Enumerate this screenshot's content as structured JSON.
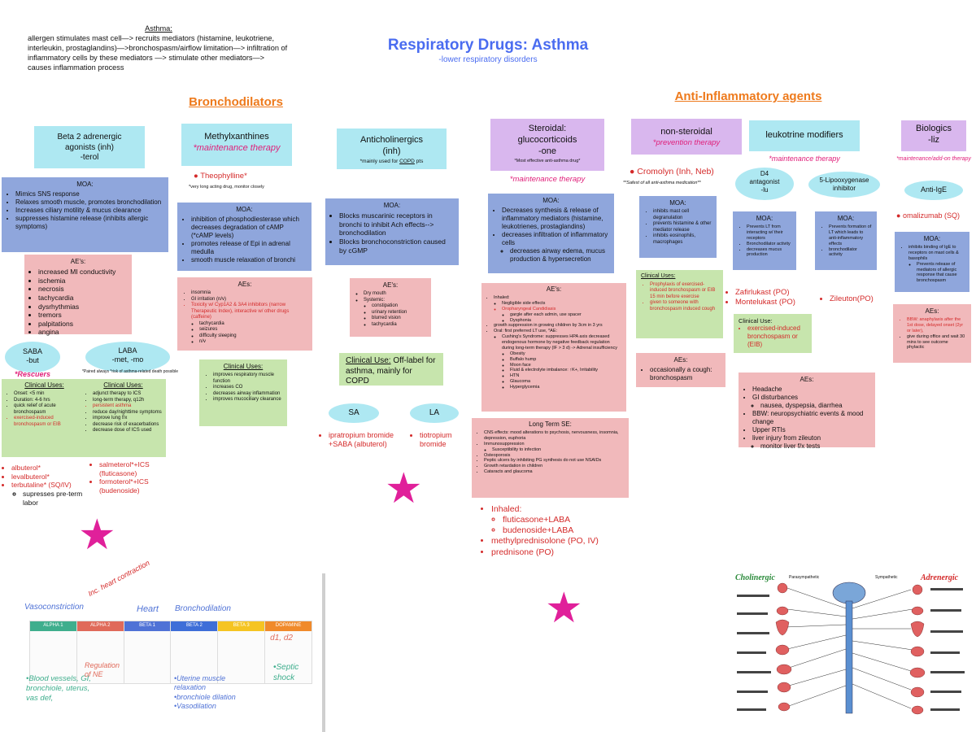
{
  "intro": {
    "heading": "Asthma:",
    "text": "allergen stimulates mast cell—> recruits mediators (histamine, leukotriene, interleukin, prostaglandins)—>bronchospasm/airflow limitation—> infiltration of inflammatory cells by these mediators —> stimulate other mediators—> causes inflammation process"
  },
  "header": {
    "title": "Respiratory Drugs: Asthma",
    "subtitle": "-lower respiratory disorders"
  },
  "sections": {
    "bronchodilators": "Bronchodilators",
    "anti_inflammatory": "Anti-Inflammatory agents"
  },
  "beta2": {
    "header": [
      "Beta 2 adrenergic",
      "agonists (inh)",
      "-terol"
    ],
    "moa_title": "MOA:",
    "moa": [
      "Mimics SNS response",
      "Relaxes smooth muscle, promotes bronchodilation",
      "Increases ciliary motility & mucus clearance",
      "suppresses histamine release (inhibits allergic symptoms)"
    ],
    "ae_title": "AE's:",
    "ae": [
      "increased MI conductivity",
      "ischemia",
      "necrosis",
      "tachycardia",
      "dysrhythmias",
      "tremors",
      "palpitations",
      "angina"
    ],
    "saba": [
      "SABA",
      "-but"
    ],
    "laba": [
      "LABA",
      "-met, -mo"
    ],
    "rescuers": "*Rescuers",
    "laba_note": "*Paired always *risk of asthma-related death possible",
    "saba_cu_title": "Clinical Uses:",
    "saba_cu": [
      "Onset: <5 min",
      "Duration: 4-6 hrs",
      "quick relief of acute bronchospasm",
      "exercised-induced bronchospasm or EIB"
    ],
    "laba_cu_title": "Clinical Uses:",
    "laba_cu": [
      "adjunct therapy to ICS",
      "long-term therapy, q12h",
      "persistent asthma",
      "reduce day/nighttime symptoms",
      "improve lung f/x",
      "decrease risk of exacerbations",
      "decrease dose of ICS used"
    ],
    "saba_drugs": [
      "albuterol*",
      "levalbuterol*",
      "terbutaline* (SQ/IV)"
    ],
    "saba_sub": "supresses pre-term labor",
    "laba_drugs": [
      "salmeterol*+ICS (fluticasone)",
      "formoterol*+ICS (budenoside)"
    ]
  },
  "methyl": {
    "header": "Methylxanthines",
    "therapy": "*maintenance therapy",
    "drug": "Theophylline*",
    "drug_note": "*very long acting drug, monitor closely",
    "moa_title": "MOA:",
    "moa": [
      "inhibition of phosphodiesterase which decreases degradation of cAMP (*cAMP levels)",
      "promotes release of Epi in adrenal medulla",
      "smooth muscle relaxation of bronchi"
    ],
    "ae_title": "AEs:",
    "ae": [
      "insomnia",
      "GI irritation (n/v)",
      "Toxicity w/ Cyp1A2 & 3A4 inhibitors (narrow Therapeutic Index), interactive w/ other drugs (caffeine)"
    ],
    "ae_sub": [
      "tachycardia",
      "seizures",
      "difficulty sleeping",
      "n/v"
    ],
    "cu_title": "Clinical Uses:",
    "cu": [
      "improves respiratory muscle function",
      "increases CO",
      "decreases airway inflammation",
      "improves mucociliary clearance"
    ]
  },
  "anticho": {
    "header": [
      "Anticholinergics",
      "(inh)"
    ],
    "note_pre": "*mainly used for ",
    "note_copd": "COPD",
    "note_post": " pts",
    "moa_title": "MOA:",
    "moa": [
      "Blocks muscarinic receptors in bronchi to inhibit Ach effects--> bronchodilation",
      "Blocks bronchoconstriction caused by cGMP"
    ],
    "ae_title": "AE's:",
    "ae": [
      "Dry mouth"
    ],
    "ae_sys": "Systemic:",
    "ae_sub": [
      "constipation",
      "urinary retention",
      "blurred vision",
      "tachycardia"
    ],
    "cu_label": "Clinical Use:",
    "cu_text": "Off-label for asthma, mainly for COPD",
    "sa": "SA",
    "la": "LA",
    "sa_drug": "ipratropium bromide +SABA (albuterol)",
    "la_drug": "tiotropium bromide"
  },
  "steroid": {
    "header": [
      "Steroidal:",
      "glucocorticoids",
      "-one"
    ],
    "note": "*Most effective anti-asthma drug*",
    "therapy": "*maintenance therapy",
    "moa_title": "MOA:",
    "moa": [
      "Decreases synthesis & release of inflammatory mediators (histamine, leukotrienes, prostaglandins)",
      "decreases infiltration of inflammatory cells"
    ],
    "moa_sub": "decreases airway edema, mucus production & hypersecretion",
    "ae_title": "AE's:",
    "ae_inhaled": "Inhaled:",
    "ae_inhaled_sub": [
      "Negligible side effects",
      "Oropharyngeal Candidiasis",
      "gargle after each admin, use spacer",
      "Dysphonia"
    ],
    "ae_growth": "growth suppression in growing children by 3cm in 3 yrs",
    "ae_oral": "Oral: first preferred LT use, *AE:",
    "ae_oral_sub": [
      "Cushing's Syndrome: suppresses HPA axis decreased endogenous hormone by negative feedback regulation during long-term therapy (IF > 3 d) -> Adrenal insufficiency",
      "Obesity",
      "Buffalo hump",
      "Moon face",
      "Fluid & electrolyte imbalance: ↑K+, Irritability",
      "HTN",
      "Glaucoma",
      "Hyperglycemia"
    ],
    "lt_title": "Long Term SE:",
    "lt": [
      "CNS effects: mood alterations to psychosis, nervousness, insomnia, depression, euphoria",
      "Immunosuppression",
      "Osteoporosis",
      "Peptic ulcers by inhibiting PG synthesis do not use NSAIDs",
      "Growth retardation in children",
      "Cataracts and glaucoma"
    ],
    "lt_sub": "Susceptibility to infection",
    "inhaled": "Inhaled:",
    "inhaled_sub": [
      "fluticasone+LABA",
      "budenoside+LABA"
    ],
    "oral": [
      "methylprednisolone (PO, IV)",
      "prednisone (PO)"
    ]
  },
  "nonster": {
    "header": [
      "non-steroidal"
    ],
    "therapy": "*prevention therapy",
    "drug": "Cromolyn (Inh, Neb)",
    "note": "**Safest of all anti-asthma medication**",
    "moa_title": "MOA:",
    "moa": [
      "inhibits mast cell degranulation",
      "prevents histamine & other mediator release",
      "inhibits eosinophils, macrophages"
    ],
    "cu_title": "Clinical Uses:",
    "cu": [
      "Prophylaxis of exercised-induced bronchospasm or EIB 15 min before exercise",
      "given to someone with bronchospasm induced cough"
    ],
    "ae_title": "AEs:",
    "ae": [
      "occasionally a cough: bronchospasm"
    ]
  },
  "leuko": {
    "header": "leukotrine modifiers",
    "therapy": "*maintenance therapy",
    "d4": [
      "D4",
      "antagonist",
      "-lu"
    ],
    "lipox": [
      "5-Lipooxygenase",
      "inhibitor"
    ],
    "moa_title": "MOA:",
    "moa_d4": [
      "Prevents LT from interacting w/ their receptors",
      "Bronchodilator activity",
      "decreases mucus production"
    ],
    "moa_lip": [
      "Prevents formation of LT which leads to anti-inflammatory effects",
      "bronchodilator activity"
    ],
    "drugs_d4": [
      "Zafirlukast (PO)",
      "Montelukast (PO)"
    ],
    "drug_lip": "Zileuton(PO)",
    "cu_title": "Clinical Use:",
    "cu": [
      "exercised-induced bronchospasm or (EIB)"
    ],
    "ae_title": "AEs:",
    "ae": [
      "Headache",
      "GI disturbances",
      "BBW: neuropsychiatric events & mood change",
      "Upper RTIs",
      "liver injury from zileuton"
    ],
    "ae_gi_sub": "nausea, dyspepsia, diarrhea",
    "ae_liver_sub": "monitor liver f/x tests"
  },
  "bio": {
    "header": [
      "Biologics",
      "-liz"
    ],
    "therapy": "*maintenance/add-on therapy",
    "anti": "Anti-IgE",
    "drug": "omalizumab (SQ)",
    "moa_title": "MOA:",
    "moa": [
      "inhibits binding of IgE to receptors on mast cells & basophils"
    ],
    "moa_sub": "Prevents release of mediators of allergic response that cause bronchospasm",
    "ae_title": "AEs:",
    "ae": [
      "BBW: anaphylaxis after the 1st dose, delayed onset (2yr or later),",
      "give during office and wait 30 mins to see outcome phylactic"
    ]
  },
  "receptor_table": {
    "annotations": [
      "Vasoconstriction",
      "Inc. heart contraction",
      "Heart",
      "Bronchodilation"
    ],
    "headers": [
      "ALPHA 1",
      "ALPHA 2",
      "BETA 1",
      "BETA 2",
      "BETA 3",
      "DOPAMINE"
    ],
    "header_colors": [
      "#3fae8d",
      "#e06a5a",
      "#4f72d6",
      "#3e6ed8",
      "#f5c423",
      "#f08a2b"
    ],
    "bottom_notes": [
      "•Blood vessels, GI, bronchiole, uterus, vas def,",
      "Regulation of NE",
      "•Uterine muscle relaxation",
      "•bronchiole dilation",
      "•Vasodilation",
      "•Septic shock"
    ],
    "dopamine_note": "d1, d2"
  },
  "ans": {
    "left": "Cholinergic",
    "right": "Adrenergic",
    "para": "Parasympathetic",
    "symp": "Sympathetic"
  },
  "colors": {
    "title_blue": "#4a6cf0",
    "section_orange": "#ee7a1c",
    "pink": "#e0207a",
    "red": "#d42a2a",
    "star": "#e0209a"
  }
}
